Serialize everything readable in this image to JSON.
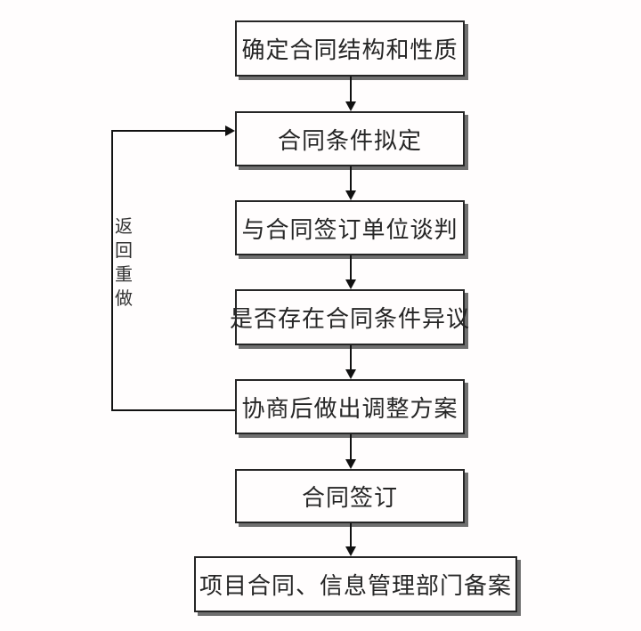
{
  "flowchart": {
    "type": "flowchart",
    "direction": "top-down",
    "nodes": [
      {
        "label": "确定合同结构和性质"
      },
      {
        "label": "合同条件拟定"
      },
      {
        "label": "与合同签订单位谈判"
      },
      {
        "label": "是否存在合同条件异议"
      },
      {
        "label": "协商后做出调整方案"
      },
      {
        "label": "合同签订"
      },
      {
        "label": "项目合同、信息管理部门备案"
      }
    ],
    "edges": [
      {
        "from": 0,
        "to": 1,
        "type": "forward"
      },
      {
        "from": 1,
        "to": 2,
        "type": "forward"
      },
      {
        "from": 2,
        "to": 3,
        "type": "forward"
      },
      {
        "from": 3,
        "to": 4,
        "type": "forward"
      },
      {
        "from": 4,
        "to": 5,
        "type": "forward"
      },
      {
        "from": 5,
        "to": 6,
        "type": "forward"
      },
      {
        "from": 4,
        "to": 1,
        "type": "loopback",
        "label": "返回重做"
      }
    ],
    "colors": {
      "background": "#fffdfd",
      "box_border": "#262626",
      "box_shadow": "#6f6f6f",
      "text": "#262626",
      "line": "#111111"
    }
  }
}
